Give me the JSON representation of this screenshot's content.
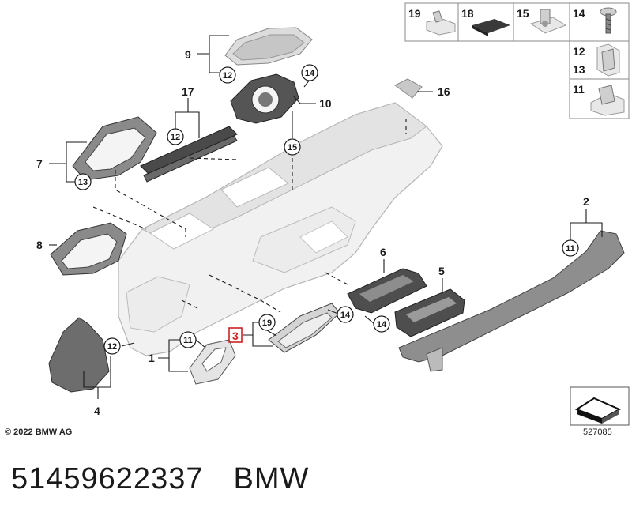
{
  "diagram": {
    "legend": {
      "top_row": [
        "19",
        "18",
        "15",
        "14"
      ],
      "right_col": [
        [
          "12",
          "13"
        ],
        [
          "11"
        ]
      ]
    },
    "callouts": {
      "p1": "1",
      "p2": "2",
      "p3": "3",
      "p4": "4",
      "p5": "5",
      "p6": "6",
      "p7": "7",
      "p8": "8",
      "p9": "9",
      "p10": "10",
      "p16": "16",
      "p17": "17"
    },
    "circled": {
      "c12_top": "12",
      "c14_top": "14",
      "c15": "15",
      "c12_17": "12",
      "c13": "13",
      "c11_2": "11",
      "c14_mid": "14",
      "c14_low": "14",
      "c19": "19",
      "c11_1": "11",
      "c12_4": "12"
    },
    "highlight_color": "#cc2222"
  },
  "copyright": "© 2022 BMW AG",
  "diagram_number": "527085",
  "footer": {
    "part_number": "51459622337",
    "brand": "BMW"
  }
}
